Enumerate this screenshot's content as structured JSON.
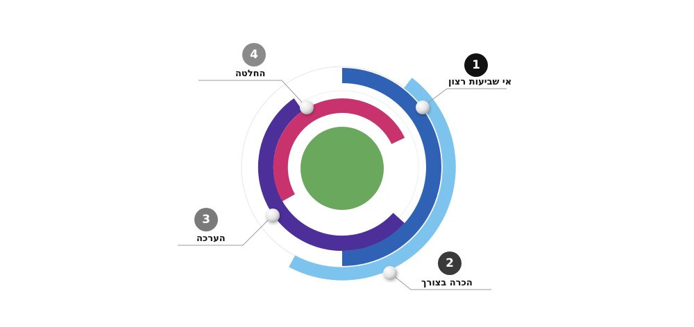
{
  "steps": [
    {
      "number": "1",
      "label": "אי שביעות רצון",
      "badge_color": "#111111"
    },
    {
      "number": "2",
      "label": "הכרה בצורך",
      "badge_color": "#3a3a3a"
    },
    {
      "number": "3",
      "label": "הערכה",
      "badge_color": "#7a7a7a"
    },
    {
      "number": "4",
      "label": "החלטה",
      "badge_color": "#8a8a8a"
    }
  ],
  "colors": {
    "light_blue": "#7cc4ee",
    "dark_blue": "#2f62b4",
    "purple": "#4c2f98",
    "magenta": "#c8336e",
    "green": "#6aa85d",
    "leader_line": "#9a9a9a"
  }
}
